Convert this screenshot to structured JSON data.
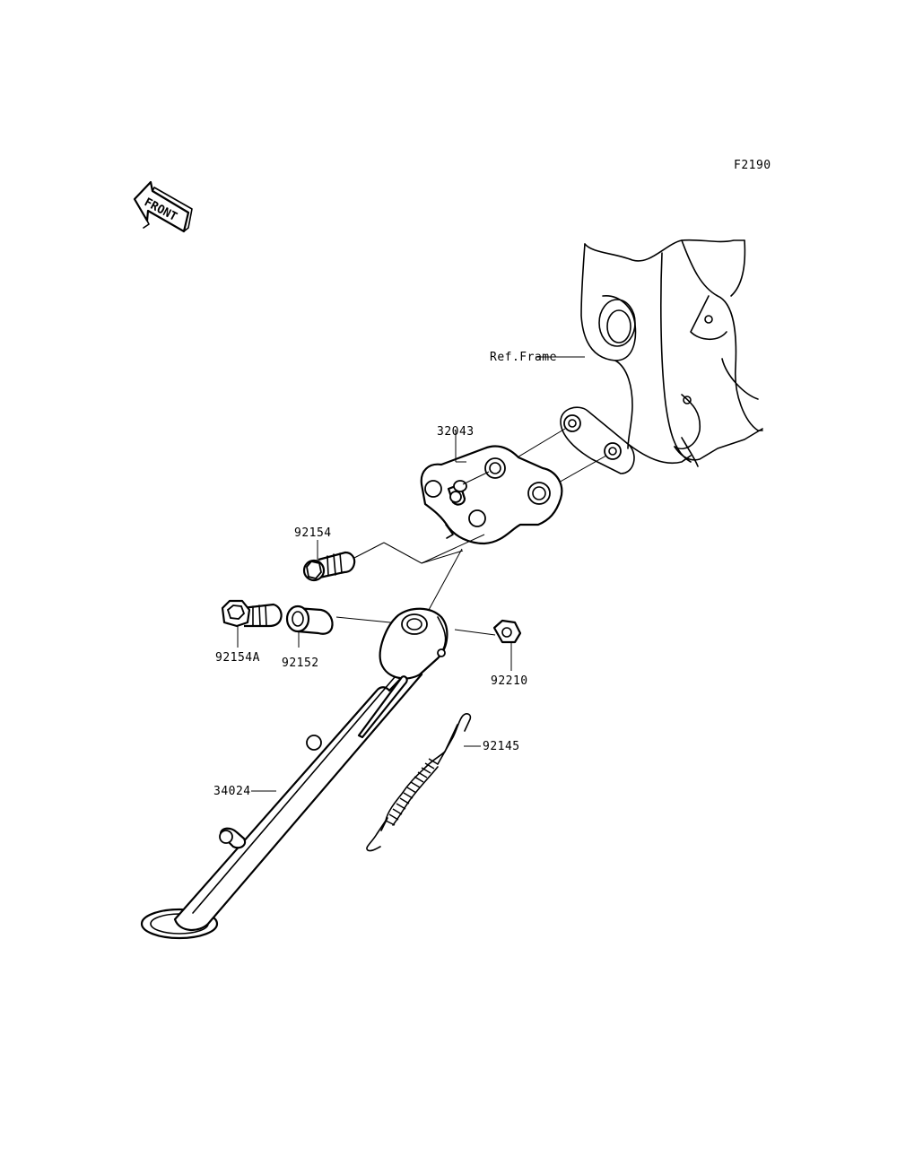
{
  "diagram": {
    "code": "F2190",
    "front_marker": "FRONT",
    "labels": {
      "ref_frame": "Ref.Frame",
      "bracket": "32043",
      "bolt_upper": "92154",
      "bolt_lower": "92154A",
      "collar": "92152",
      "nut": "92210",
      "spring": "92145",
      "side_stand": "34024"
    }
  }
}
